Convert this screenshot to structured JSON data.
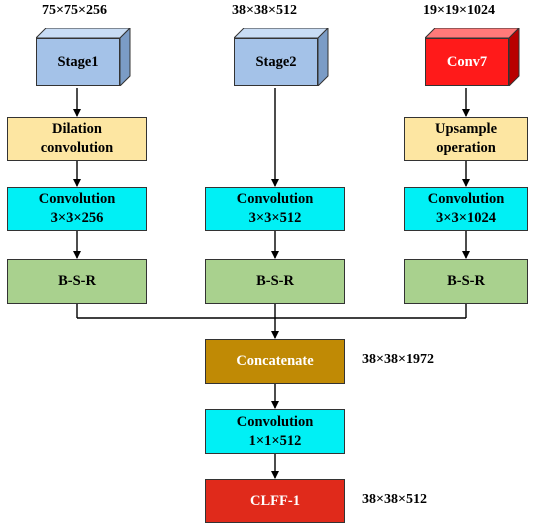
{
  "diagram": {
    "columns": [
      {
        "dim": "75×75×256",
        "stage": "Stage1",
        "op": [
          "Dilation",
          "convolution"
        ],
        "conv": [
          "Convolution",
          "3×3×256"
        ],
        "bsr": "B-S-R"
      },
      {
        "dim": "38×38×512",
        "stage": "Stage2",
        "conv": [
          "Convolution",
          "3×3×512"
        ],
        "bsr": "B-S-R"
      },
      {
        "dim": "19×19×1024",
        "stage": "Conv7",
        "op": [
          "Upsample",
          "operation"
        ],
        "conv": [
          "Convolution",
          "3×3×1024"
        ],
        "bsr": "B-S-R"
      }
    ],
    "concat": {
      "label": "Concatenate",
      "dim": "38×38×1972"
    },
    "final_conv": [
      "Convolution",
      "1×1×512"
    ],
    "output": {
      "label": "CLFF-1",
      "dim": "38×38×512"
    }
  },
  "colors": {
    "stage_blue": "#a4c2e8",
    "conv7_red": "#ff1a1a",
    "op_yellow": "#fde6a2",
    "conv_cyan": "#00f0f5",
    "bsr_green": "#a9d18e",
    "concat_brown": "#c08a05",
    "output_red": "#e02a1b"
  }
}
